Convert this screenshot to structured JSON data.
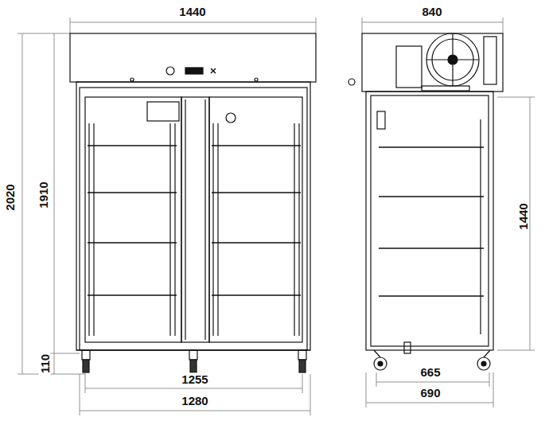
{
  "diagram": {
    "labels": [
      "1440",
      "840",
      "2020",
      "1910",
      "1440",
      "110",
      "1255",
      "1280",
      "665",
      "690"
    ]
  }
}
